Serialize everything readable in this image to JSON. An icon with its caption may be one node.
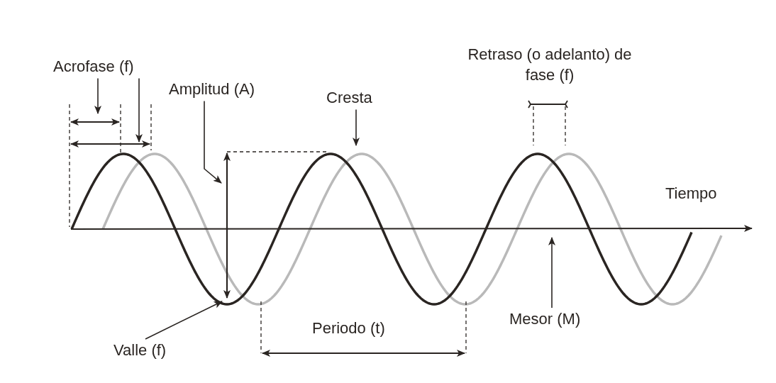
{
  "diagram": {
    "nodes": [
      {
        "text": [
          "Acrofase (f)"
        ]
      },
      {
        "text": [
          "Amplitud (A)"
        ]
      },
      {
        "text": [
          "Cresta"
        ]
      },
      {
        "text": [
          "Valle (f)"
        ]
      },
      {
        "text": [
          "Mesor (M)"
        ]
      }
    ],
    "edges": [
      {
        "from": 0,
        "to": null,
        "arrow": "to"
      },
      {
        "from": 0,
        "to": null,
        "arrow": "to"
      },
      {
        "from": 1,
        "to": null,
        "arrow": "to"
      },
      {
        "from": 2,
        "to": null,
        "arrow": "to"
      },
      {
        "from": 3,
        "to": null,
        "arrow": "to"
      },
      {
        "from": 4,
        "to": null,
        "arrow": "to"
      }
    ],
    "labels": [
      "Retraso (o adelanto) de fase (f)",
      "Tiempo",
      "Periodo (t)"
    ]
  }
}
